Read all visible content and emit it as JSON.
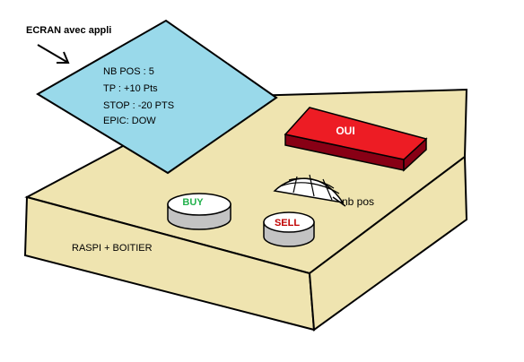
{
  "labels": {
    "screen_caption": "ECRAN avec appli",
    "box_caption": "RASPI + BOITIER",
    "knob_caption": "nb pos"
  },
  "screen": {
    "lines": [
      "NB POS : 5",
      "TP : +10 Pts",
      "STOP : -20 PTS",
      "EPIC: DOW"
    ]
  },
  "buttons": {
    "main": "OUI",
    "buy": "BUY",
    "sell": "SELL"
  },
  "colors": {
    "box_fill": "#efe4b0",
    "screen_fill": "#99d9ea",
    "main_button_top": "#ed1c24",
    "main_button_side": "#880015",
    "buy_text": "#22b14c",
    "sell_text": "#c00000",
    "button_top": "#ffffff",
    "button_side": "#c3c3c3"
  }
}
